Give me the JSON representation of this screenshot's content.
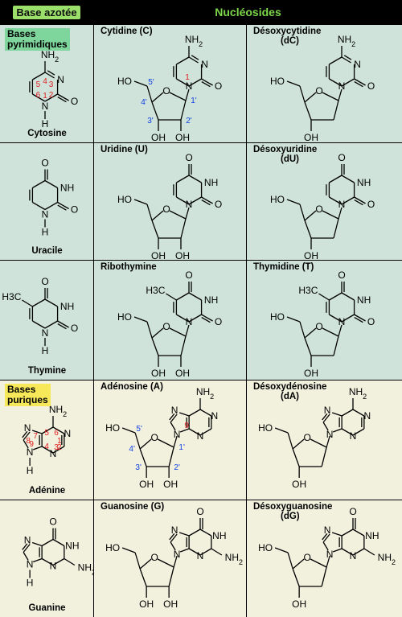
{
  "headers": {
    "base": "Base azotée",
    "nucleosides": "Nucléosides"
  },
  "groups": {
    "pyrimidine": [
      "Bases",
      "pyrimidiques"
    ],
    "purine": [
      "Bases",
      "puriques"
    ]
  },
  "bases": [
    "Cytosine",
    "Uracile",
    "Thymine",
    "Adénine",
    "Guanine"
  ],
  "ribo": [
    "Cytidine (C)",
    "Uridine (U)",
    "Ribothymine",
    "Adénosine (A)",
    "Guanosine (G)"
  ],
  "deoxy": [
    [
      "Désoxycytidine",
      "(dC)"
    ],
    [
      "Désoxyuridine",
      "(dU)"
    ],
    [
      "Thymidine (T)",
      ""
    ],
    [
      "Désoxydénosine",
      "(dA)"
    ],
    [
      "Désoxyguanosine",
      "(dG)"
    ]
  ],
  "atoms": {
    "nh2": "NH2",
    "nh": "NH",
    "n": "N",
    "o": "O",
    "oh": "OH",
    "ho": "HO",
    "h3c": "H3C",
    "h": "H"
  },
  "numbering": {
    "pyr": [
      "4",
      "3",
      "5",
      "6",
      "1",
      "2"
    ],
    "pur": [
      "5",
      "6",
      "7",
      "8",
      "9",
      "4",
      "3",
      "2",
      "1"
    ],
    "sugar": [
      "5'",
      "4'",
      "3'",
      "2'",
      "1'"
    ],
    "n1": "1",
    "n9": "9"
  },
  "colors": {
    "pyr_bg": "#cfe3db",
    "pur_bg": "#f1f1de",
    "numbering": "#e02020",
    "sugar_numbering": "#1040e0"
  }
}
